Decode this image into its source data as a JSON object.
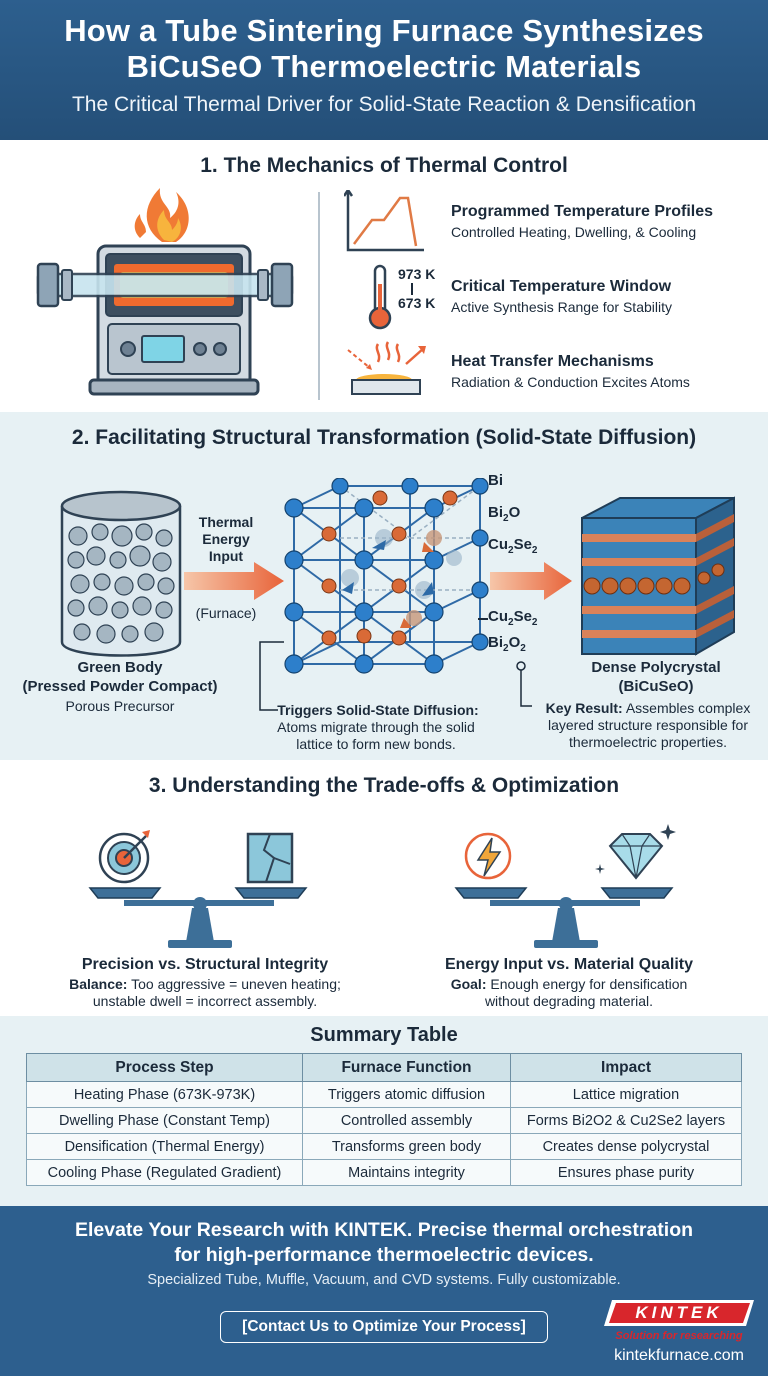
{
  "header": {
    "title_line1": "How a Tube Sintering Furnace Synthesizes",
    "title_line2": "BiCuSeO Thermoelectric Materials",
    "subtitle": "The Critical Thermal Driver for Solid-State Reaction & Densification"
  },
  "section1": {
    "title": "1. The Mechanics of Thermal Control",
    "items": [
      {
        "title": "Programmed Temperature Profiles",
        "desc": "Controlled Heating, Dwelling, & Cooling"
      },
      {
        "title": "Critical Temperature Window",
        "desc": "Active Synthesis Range for Stability"
      },
      {
        "title": "Heat Transfer Mechanisms",
        "desc": "Radiation & Conduction Excites Atoms"
      }
    ],
    "temp_high": "973 K",
    "temp_low": "673 K"
  },
  "section2": {
    "title": "2. Facilitating Structural Transformation (Solid-State Diffusion)",
    "green_body_title1": "Green Body",
    "green_body_title2": "(Pressed Powder Compact)",
    "green_body_desc": "Porous Precursor",
    "arrow_label1": "Thermal",
    "arrow_label2": "Energy",
    "arrow_label3": "Input",
    "arrow_furnace": "(Furnace)",
    "lattice_labels": {
      "bi": "Bi",
      "bi2o_a": "Bi",
      "bi2o_b": "2",
      "bi2o_c": "O",
      "cu2se2_a": "Cu",
      "cu2se2_b": "2",
      "cu2se2_c": "Se",
      "cu2se2_d": "2",
      "cu2se2b_a": "Cu",
      "cu2se2b_b": "2",
      "cu2se2b_c": "Se",
      "cu2se2b_d": "2",
      "bi2o2_a": "Bi",
      "bi2o2_b": "2",
      "bi2o2_c": "O",
      "bi2o2_d": "2"
    },
    "diffusion_title": "Triggers Solid-State Diffusion:",
    "diffusion_desc1": "Atoms migrate through the solid",
    "diffusion_desc2": "lattice to form new bonds.",
    "product_title1": "Dense Polycrystal",
    "product_title2": "(BiCuSeO)",
    "key_result_label": "Key Result:",
    "key_result_desc1": "Assembles complex",
    "key_result_desc2": "layered structure responsible for",
    "key_result_desc3": "thermoelectric properties."
  },
  "section3": {
    "title": "3. Understanding the Trade-offs & Optimization",
    "left_title": "Precision vs. Structural Integrity",
    "left_label": "Balance:",
    "left_desc1": "Too aggressive = uneven heating;",
    "left_desc2": "unstable dwell = incorrect assembly.",
    "right_title": "Energy Input vs. Material Quality",
    "right_label": "Goal:",
    "right_desc1": "Enough energy for densification",
    "right_desc2": "without degrading material."
  },
  "summary": {
    "title": "Summary Table",
    "headers": [
      "Process Step",
      "Furnace Function",
      "Impact"
    ],
    "rows": [
      [
        "Heating Phase (673K-973K)",
        "Triggers atomic diffusion",
        "Lattice migration"
      ],
      [
        "Dwelling Phase (Constant Temp)",
        "Controlled assembly",
        "Forms Bi2O2 & Cu2Se2 layers"
      ],
      [
        "Densification (Thermal Energy)",
        "Transforms green body",
        "Creates dense polycrystal"
      ],
      [
        "Cooling Phase (Regulated Gradient)",
        "Maintains integrity",
        "Ensures phase purity"
      ]
    ]
  },
  "footer": {
    "headline1": "Elevate Your Research with KINTEK. Precise thermal orchestration",
    "headline2": "for high-performance thermoelectric devices.",
    "sub": "Specialized Tube, Muffle, Vacuum, and CVD systems. Fully customizable.",
    "cta": "[Contact Us to Optimize Your Process]",
    "logo": "KINTEK",
    "tagline": "Solution for researching",
    "url": "kintekfurnace.com"
  },
  "colors": {
    "header_blue": "#2d5f8e",
    "panel_bg": "#e7f1f4",
    "accent_orange": "#e8643a",
    "logo_red": "#d8262c"
  }
}
